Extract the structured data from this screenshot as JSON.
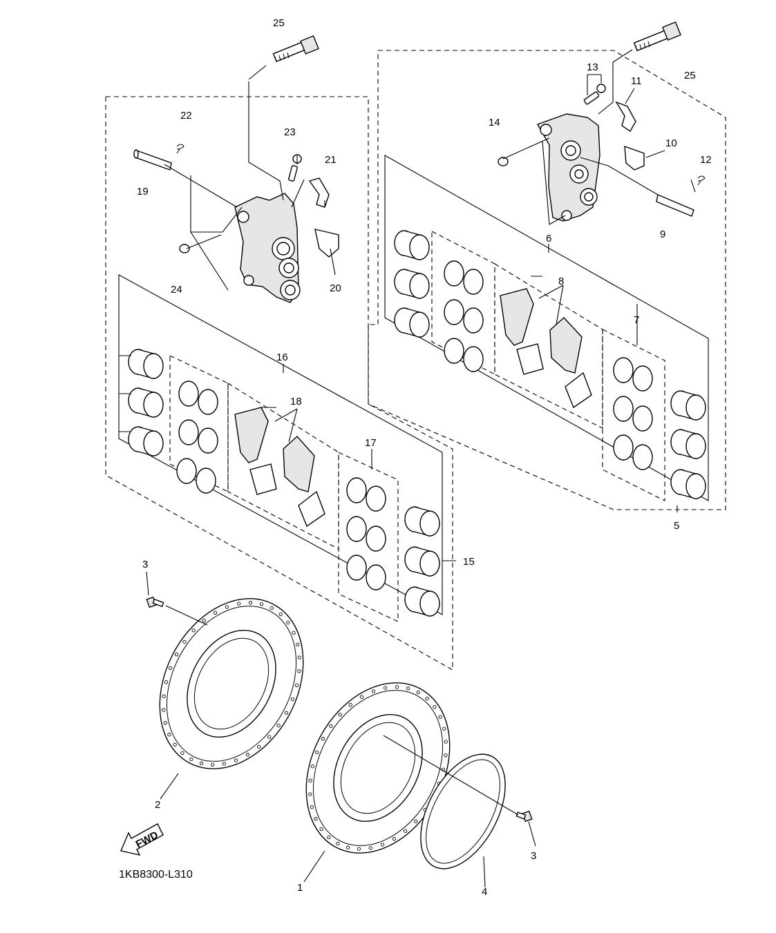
{
  "diagram": {
    "code": "1KB8300-L310",
    "fwd_label": "FWD",
    "callouts": {
      "c1": "1",
      "c2": "2",
      "c3a": "3",
      "c3b": "3",
      "c4": "4",
      "c5": "5",
      "c6": "6",
      "c7": "7",
      "c8": "8",
      "c9": "9",
      "c10": "10",
      "c11": "11",
      "c12": "12",
      "c13": "13",
      "c14": "14",
      "c15": "15",
      "c16": "16",
      "c17": "17",
      "c18": "18",
      "c19": "19",
      "c20": "20",
      "c21": "21",
      "c22": "22",
      "c23": "23",
      "c24": "24",
      "c25a": "25",
      "c25b": "25"
    }
  }
}
